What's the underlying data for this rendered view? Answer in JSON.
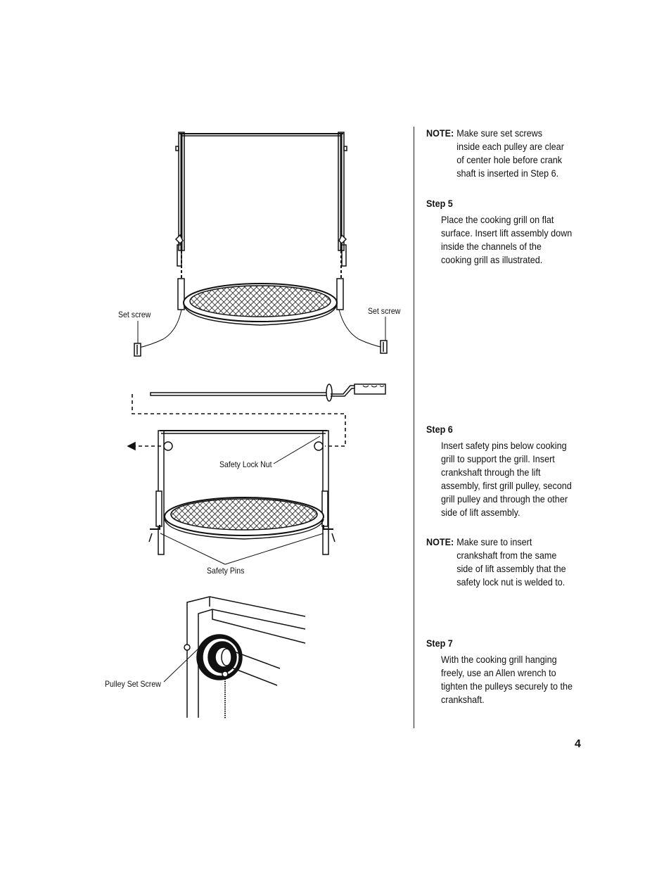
{
  "figure1": {
    "left_label": "Set screw",
    "right_label": "Set screw"
  },
  "figure2": {
    "nut_label": "Safety Lock Nut",
    "pins_label": "Safety Pins"
  },
  "figure3": {
    "pulley_label": "Pulley Set Screw"
  },
  "note1": {
    "label": "NOTE:",
    "text": "Make sure set screws inside each pulley are clear of center hole before crank shaft is inserted in Step 6."
  },
  "step5": {
    "title": "Step 5",
    "body": "Place the cooking grill on flat surface. Insert lift assembly down inside the channels of the cooking grill as illustrated."
  },
  "step6": {
    "title": "Step 6",
    "body": "Insert safety pins below cooking grill to support the grill. Insert crankshaft through the lift assembly, first grill pulley, second grill pulley and through the other side of lift assembly."
  },
  "note2": {
    "label": "NOTE:",
    "text": "Make sure to insert crankshaft from the same side of lift assembly that the safety lock nut is welded to."
  },
  "step7": {
    "title": "Step 7",
    "body": "With the cooking grill hanging freely, use an Allen wrench to tighten the pulleys securely to the crankshaft."
  },
  "page_number": "4"
}
